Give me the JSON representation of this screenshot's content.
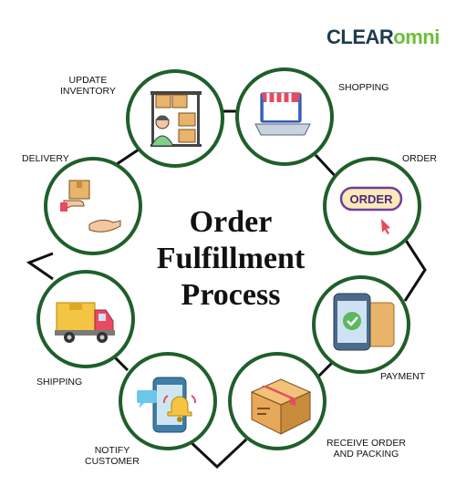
{
  "logo": {
    "part1": "CLEAR",
    "part2": "omni"
  },
  "title_lines": [
    "Order",
    "Fulfillment",
    "Process"
  ],
  "steps": [
    {
      "label_lines": [
        "UPDATE",
        "INVENTORY"
      ],
      "icon": "warehouse-worker-icon"
    },
    {
      "label_lines": [
        "SHOPPING"
      ],
      "icon": "laptop-store-icon"
    },
    {
      "label_lines": [
        "ORDER"
      ],
      "icon": "order-button-icon"
    },
    {
      "label_lines": [
        "PAYMENT"
      ],
      "icon": "mobile-payment-icon"
    },
    {
      "label_lines": [
        "RECEIVE ORDER",
        "AND PACKING"
      ],
      "icon": "package-box-icon"
    },
    {
      "label_lines": [
        "NOTIFY",
        "CUSTOMER"
      ],
      "icon": "phone-notification-icon"
    },
    {
      "label_lines": [
        "SHIPPING"
      ],
      "icon": "delivery-truck-icon"
    },
    {
      "label_lines": [
        "DELIVERY"
      ],
      "icon": "hand-delivery-icon"
    }
  ],
  "colors": {
    "ring": "#1f5f2a",
    "connector": "#111111",
    "box": "#e8b46a",
    "box_dark": "#c98b3c",
    "truck": "#f4c542",
    "accent_red": "#e84a5f",
    "phone": "#4a6b8a",
    "check": "#5cb85c"
  }
}
